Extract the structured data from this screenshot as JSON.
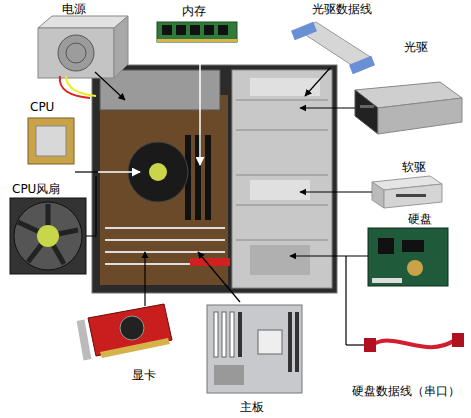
{
  "diagram": {
    "labels": [
      "电源",
      "内存",
      "光驱数据线",
      "光驱",
      "CPU",
      "软驱",
      "CPU风扇",
      "硬盘",
      "显卡",
      "主板",
      "硬盘数据线（串口）"
    ]
  }
}
